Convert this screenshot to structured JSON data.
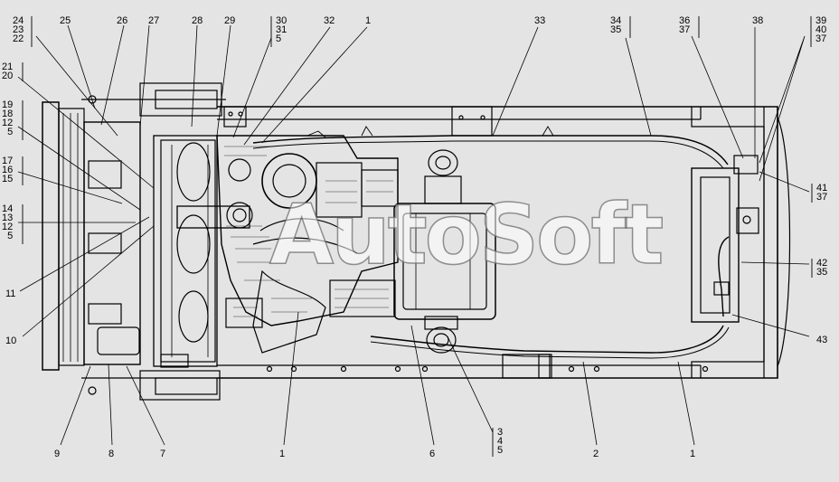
{
  "watermark": "AutoSoft",
  "colors": {
    "background": "#e4e4e4",
    "line": "#000000",
    "hatch": "#333333"
  },
  "callouts": {
    "top_left_stack_1": [
      "24",
      "23",
      "22"
    ],
    "top_25": "25",
    "top_26": "26",
    "top_27": "27",
    "top_28": "28",
    "top_29": "29",
    "top_stack_30": [
      "30",
      "31",
      "5"
    ],
    "top_32": "32",
    "top_1": "1",
    "top_33": "33",
    "top_stack_34": [
      "34",
      "35"
    ],
    "top_stack_36": [
      "36",
      "37"
    ],
    "top_38": "38",
    "top_right_stack": [
      "39",
      "40",
      "37"
    ],
    "left_stack_21": [
      "21",
      "20"
    ],
    "left_stack_19": [
      "19",
      "18",
      "12",
      "5"
    ],
    "left_stack_17": [
      "17",
      "16",
      "15"
    ],
    "left_stack_14": [
      "14",
      "13",
      "12",
      "5"
    ],
    "left_11": "11",
    "left_10": "10",
    "right_stack_41": [
      "41",
      "37"
    ],
    "right_stack_42": [
      "42",
      "35"
    ],
    "right_43": "43",
    "bottom_9": "9",
    "bottom_8": "8",
    "bottom_7": "7",
    "bottom_1a": "1",
    "bottom_6": "6",
    "bottom_stack_3": [
      "3",
      "4",
      "5"
    ],
    "bottom_2": "2",
    "bottom_1b": "1"
  }
}
